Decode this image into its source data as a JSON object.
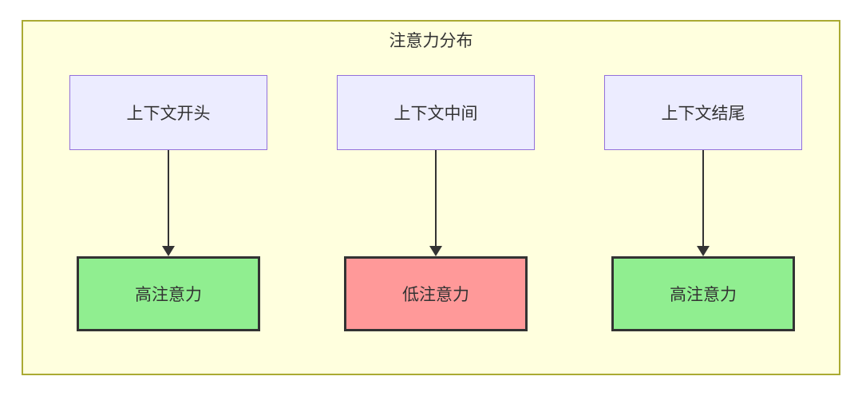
{
  "diagram": {
    "title": "注意力分布",
    "columns": [
      {
        "source": "上下文开头",
        "target": "高注意力",
        "target_type": "high"
      },
      {
        "source": "上下文中间",
        "target": "低注意力",
        "target_type": "low"
      },
      {
        "source": "上下文结尾",
        "target": "高注意力",
        "target_type": "high"
      }
    ]
  },
  "colors": {
    "container-bg": "#ffffde",
    "container-border": "#aaaa33",
    "node-bg": "#ECECFF",
    "node-border": "#9370DB",
    "high-bg": "#90EE90",
    "low-bg": "#FF9999",
    "result-border": "#333333",
    "arrow-color": "#333333",
    "text-color": "#333333"
  }
}
